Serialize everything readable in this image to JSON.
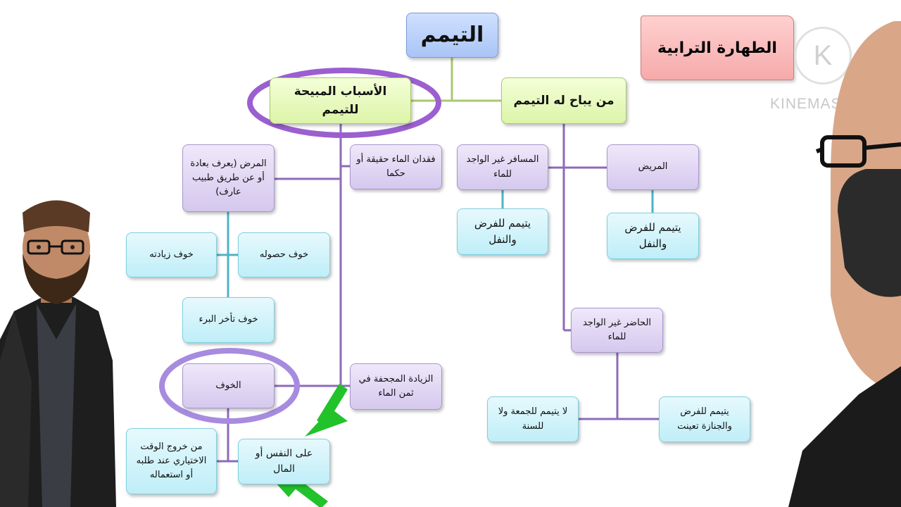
{
  "title": "التيمم",
  "banner": "الطهارة الترابية",
  "watermark": {
    "text": "KINEMASTER",
    "logo_letter": "K"
  },
  "branches": {
    "causes": "الأسباب المبيحة للتيمم",
    "who": "من يباح له التيمم"
  },
  "causes": {
    "illness": "المرض (يعرف بعادة أو عن طريق طبيب عارف)",
    "water_loss": "فقدان الماء حقيقة أو حكما",
    "fear_increase": "خوف زيادته",
    "fear_occurrence": "خوف حصوله",
    "fear_delay": "خوف تأخر البرء",
    "fear": "الخوف",
    "price_increase": "الزيادة المجحفة في ثمن الماء",
    "time_exit": "من خروج الوقت الاختياري عند طلبه أو استعماله",
    "self_money": "على النفس أو المال"
  },
  "who": {
    "traveler": "المسافر غير الواجد للماء",
    "sick": "المريض",
    "traveler_rule": "يتيمم للفرض والنفل",
    "sick_rule": "يتيمم للفرض والنفل",
    "resident": "الحاضر غير الواجد للماء",
    "resident_no": "لا يتيمم للجمعة ولا للسنة",
    "resident_yes": "يتيمم للفرض والجنازة تعينت"
  },
  "colors": {
    "title_box": "#a9c4f6",
    "branch_box": "#dcf4a8",
    "node_purple": "#d5c8ee",
    "node_cyan": "#bfeef8",
    "banner": "#f6aaaa",
    "highlight_ring": "#9b5fd0",
    "arrow": "#22c22a",
    "line_green": "#a9c870",
    "line_purple": "#8e6bb8",
    "line_teal": "#4fb3c6"
  }
}
